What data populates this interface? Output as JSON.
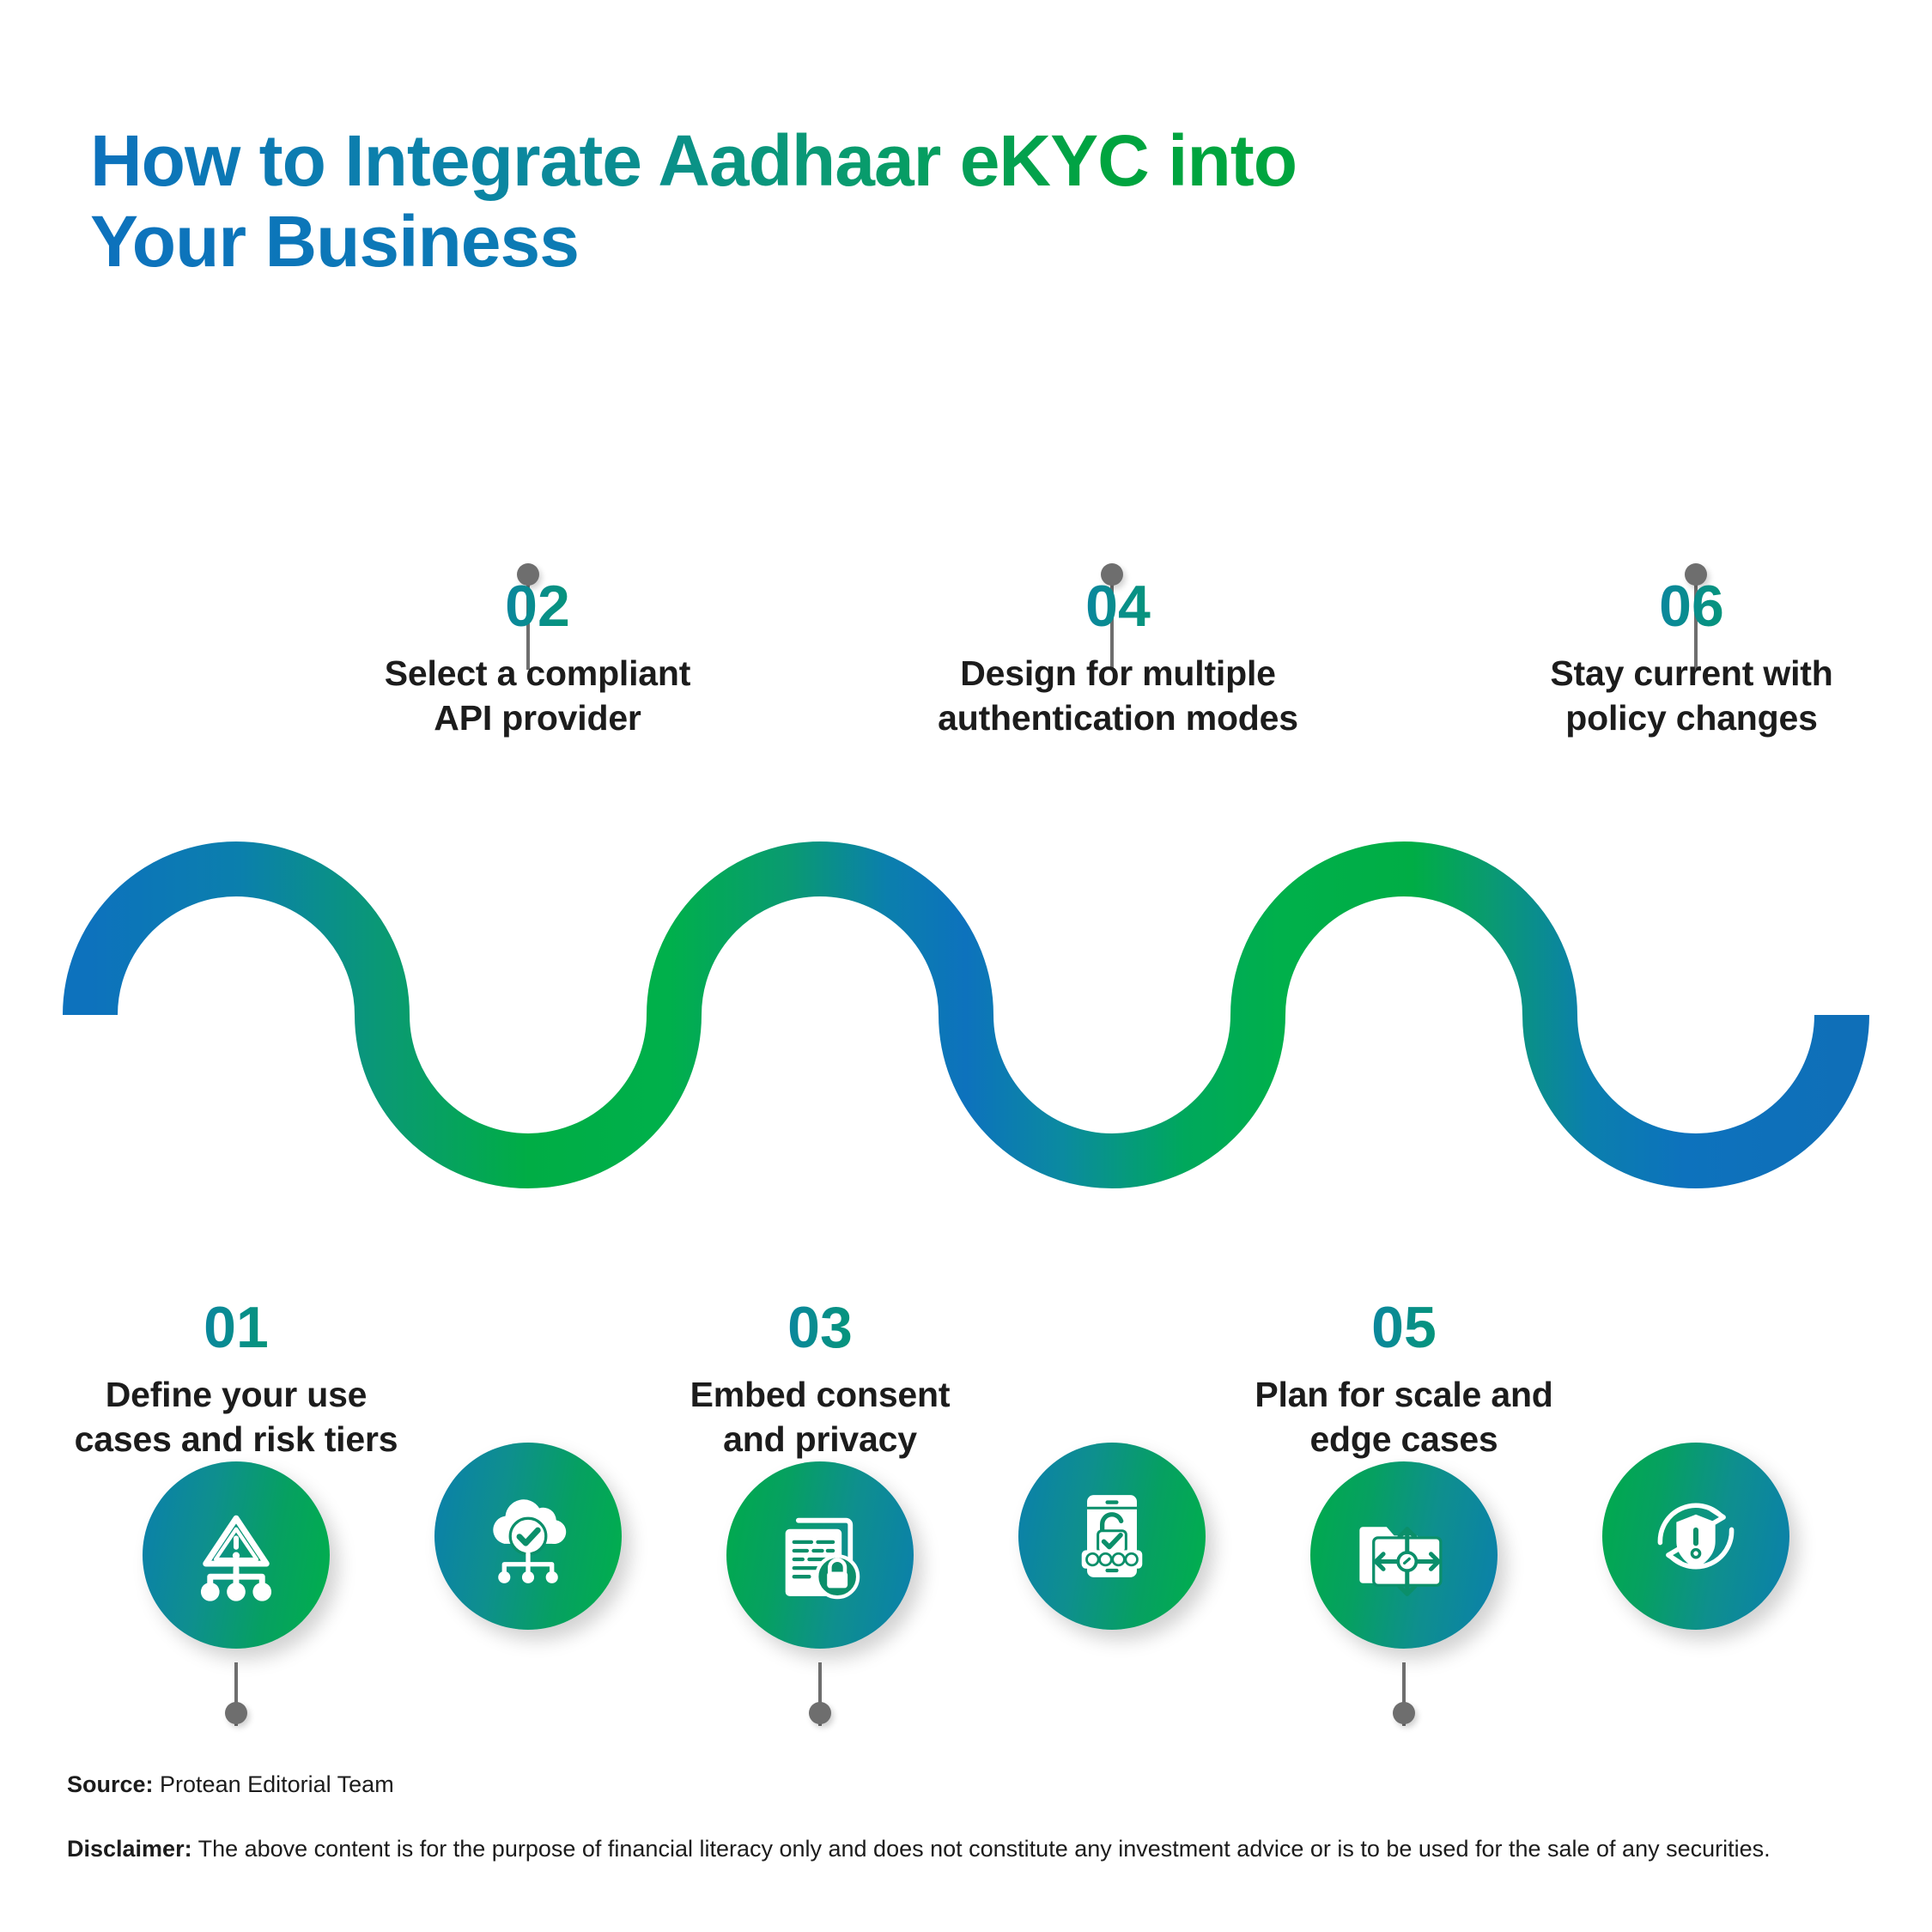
{
  "title": {
    "line1": "How to Integrate Aadhaar eKYC into",
    "line2": "Your Business"
  },
  "colors": {
    "brand_blue": "#0d72bd",
    "brand_green": "#00a83f",
    "brand_teal": "#0b8f92",
    "connector_gray": "#6e6e6e",
    "text_dark": "#1c1c1c"
  },
  "steps": [
    {
      "number": "01",
      "title": "Define your use\ncases and risk tiers",
      "icon": "warning-triangle-hierarchy-icon",
      "position": "below"
    },
    {
      "number": "02",
      "title": "Select a compliant\nAPI provider",
      "icon": "cloud-check-network-icon",
      "position": "above"
    },
    {
      "number": "03",
      "title": "Embed consent\nand privacy",
      "icon": "document-lock-icon",
      "position": "below"
    },
    {
      "number": "04",
      "title": "Design for multiple\nauthentication modes",
      "icon": "mobile-unlock-otp-icon",
      "position": "above"
    },
    {
      "number": "05",
      "title": "Plan for scale and\nedge cases",
      "icon": "folder-scale-arrows-icon",
      "position": "below"
    },
    {
      "number": "06",
      "title": "Stay current with\npolicy changes",
      "icon": "shield-alert-refresh-icon",
      "position": "above"
    }
  ],
  "footer": {
    "source_label": "Source:",
    "source_text": " Protean Editorial Team",
    "disclaimer_label": "Disclaimer:",
    "disclaimer_text": " The above content is for the purpose of financial literacy only and does not constitute any investment advice or is to be used for the sale of any securities."
  }
}
